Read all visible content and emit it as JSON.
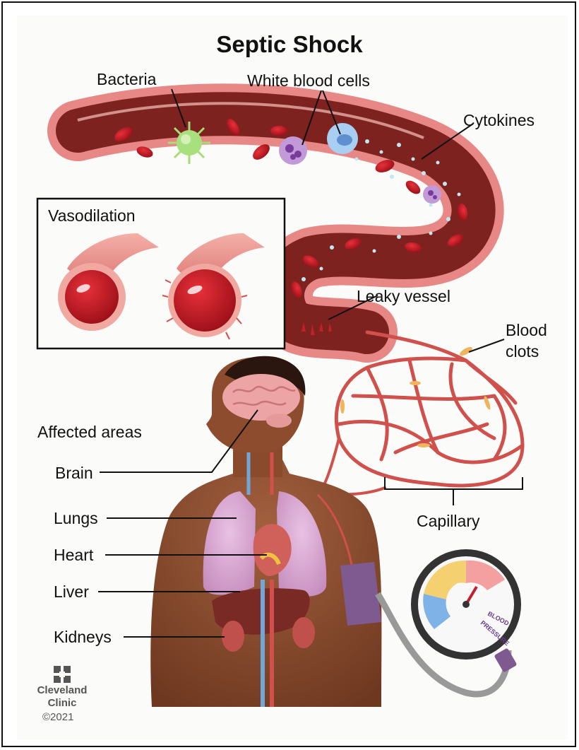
{
  "title": "Septic Shock",
  "vessel_labels": {
    "bacteria": "Bacteria",
    "white_blood_cells": "White blood cells",
    "cytokines": "Cytokines",
    "leaky_vessel": "Leaky vessel",
    "blood_clots_line1": "Blood",
    "blood_clots_line2": "clots",
    "capillary": "Capillary"
  },
  "inset": {
    "title": "Vasodilation"
  },
  "affected": {
    "heading": "Affected areas",
    "organs": [
      "Brain",
      "Lungs",
      "Heart",
      "Liver",
      "Kidneys"
    ]
  },
  "gauge": {
    "line1": "BLOOD",
    "line2": "PRESSURE"
  },
  "logo": {
    "name_line1": "Cleveland",
    "name_line2": "Clinic",
    "copyright": "©2021"
  },
  "colors": {
    "vessel_wall": "#e07a78",
    "vessel_lumen": "#7a1e1c",
    "blood_cell": "#c0202a",
    "bacteria": "#9ed86a",
    "wbc_purple": "#b48ad0",
    "wbc_blue": "#9cc4ee",
    "skin": "#8a4a2c",
    "lung": "#d9a7d3",
    "liver": "#7a2a24",
    "brain": "#eaa0a0",
    "cuff": "#7e5a90",
    "clot": "#f0b060"
  }
}
